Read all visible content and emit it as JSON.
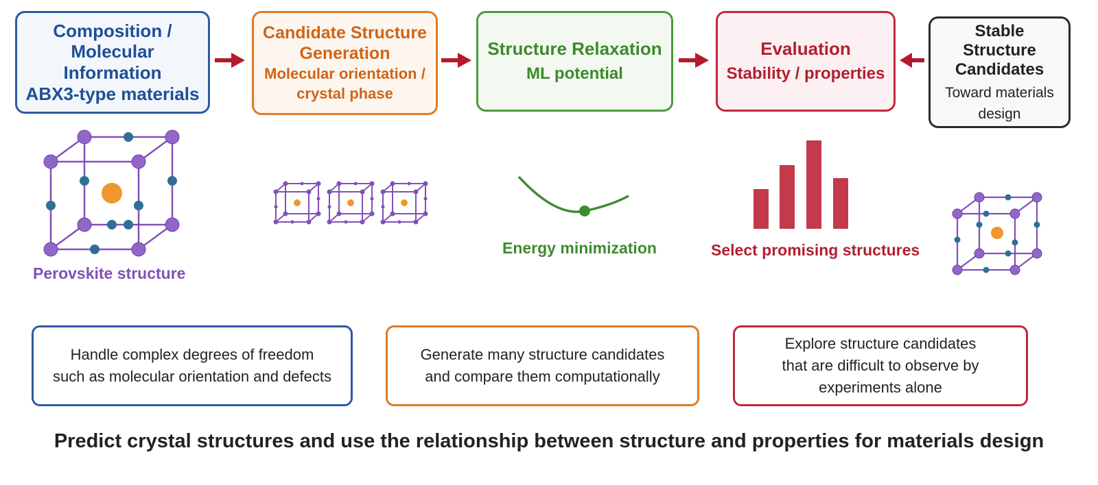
{
  "steps": [
    {
      "title_lines": [
        "Composition /",
        "Molecular Information",
        "ABX3-type materials"
      ]
    },
    {
      "title_lines": [
        "Candidate Structure",
        "Generation"
      ],
      "sub_lines": [
        "Molecular orientation /",
        "crystal phase"
      ]
    },
    {
      "title_lines": [
        "Structure Relaxation"
      ],
      "sub_lines": [
        "ML potential"
      ]
    },
    {
      "title_lines": [
        "Evaluation"
      ],
      "sub_lines": [
        "Stability / properties"
      ]
    },
    {
      "title_lines": [
        "Stable Structure",
        "Candidates"
      ],
      "sub_lines": [
        "Toward materials",
        "design"
      ]
    }
  ],
  "illustrations": {
    "perovskite_label": "Perovskite structure",
    "energy_label": "Energy minimization",
    "select_label": "Select promising structures"
  },
  "notes": [
    {
      "lines": [
        "Handle complex degrees of freedom",
        "such as molecular orientation and defects"
      ]
    },
    {
      "lines": [
        "Generate many structure candidates",
        "and compare them computationally"
      ]
    },
    {
      "lines": [
        "Explore structure candidates",
        "that are difficult to observe by",
        "experiments alone"
      ]
    }
  ],
  "footer": "Predict crystal structures and use the relationship between structure and properties for materials design",
  "colors": {
    "blue": "#2b5aa3",
    "orange": "#e07a26",
    "green": "#4a9a3a",
    "red": "#c0283a",
    "arrow": "#b5192c",
    "purple": "#8150b8",
    "center_atom": "#f0962c",
    "edge_atom": "#2f6f95"
  }
}
